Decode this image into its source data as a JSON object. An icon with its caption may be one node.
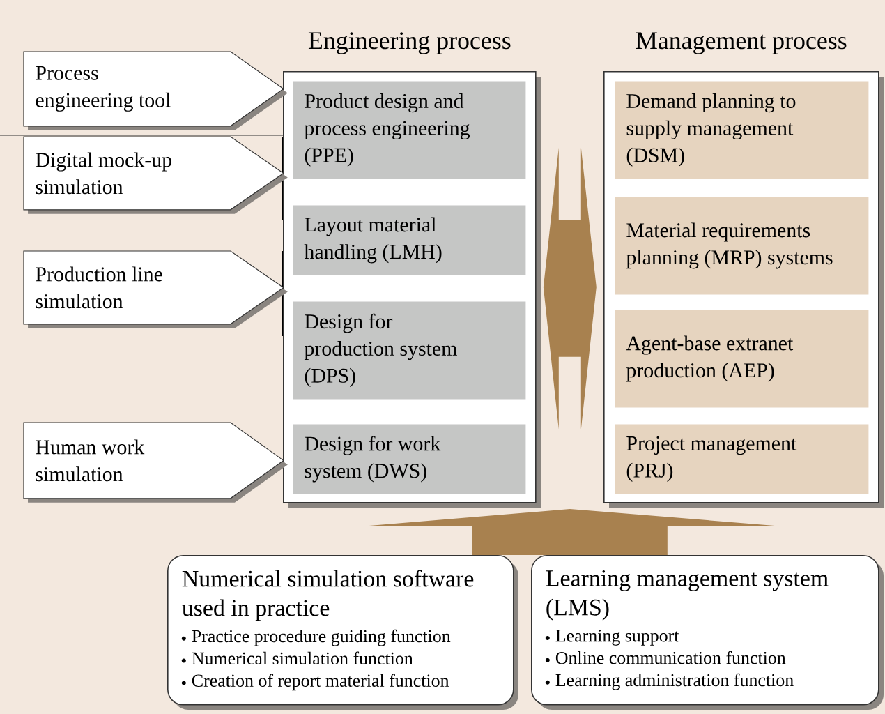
{
  "diagram": {
    "nodes": [
      {
        "text": [
          "Engineering process"
        ]
      },
      {
        "text": [
          "Product design and process engineering (PPE)"
        ],
        "in": 0
      },
      {
        "text": [
          "Layout material handling (LMH)"
        ],
        "in": 0
      },
      {
        "text": [
          "Design for production system (DPS)"
        ],
        "in": 0
      },
      {
        "text": [
          "Design for work system (DWS)"
        ],
        "in": 0
      },
      {
        "text": [
          "Management process"
        ]
      },
      {
        "text": [
          "Demand planning to supply management (DSM)"
        ],
        "in": 5
      },
      {
        "text": [
          "Material requirements planning (MRP) systems"
        ],
        "in": 5
      },
      {
        "text": [
          "Agent-base extranet production (AEP)"
        ],
        "in": 5
      },
      {
        "text": [
          "Project management (PRJ)"
        ],
        "in": 5
      },
      {
        "text": [
          "Process engineering tool"
        ]
      },
      {
        "text": [
          "Digital mock-up simulation"
        ]
      },
      {
        "text": [
          "Production line simulation"
        ]
      },
      {
        "text": [
          "Human work simulation"
        ]
      },
      {
        "text": [
          "Numerical simulation software used in practice",
          "Practice procedure guiding function",
          "Numerical simulation function",
          "Creation of report material function"
        ]
      },
      {
        "text": [
          "Learning management system (LMS)",
          "Learning support",
          "Online communication function",
          "Learning administration function"
        ]
      }
    ],
    "edges": [
      {
        "from": 0,
        "to": 5,
        "arrow": "both"
      },
      {
        "from": 14,
        "to": 0,
        "arrow": "to"
      },
      {
        "from": 14,
        "to": 5,
        "arrow": "to"
      },
      {
        "from": 15,
        "to": 0,
        "arrow": "to"
      },
      {
        "from": 15,
        "to": 5,
        "arrow": "to"
      }
    ]
  }
}
